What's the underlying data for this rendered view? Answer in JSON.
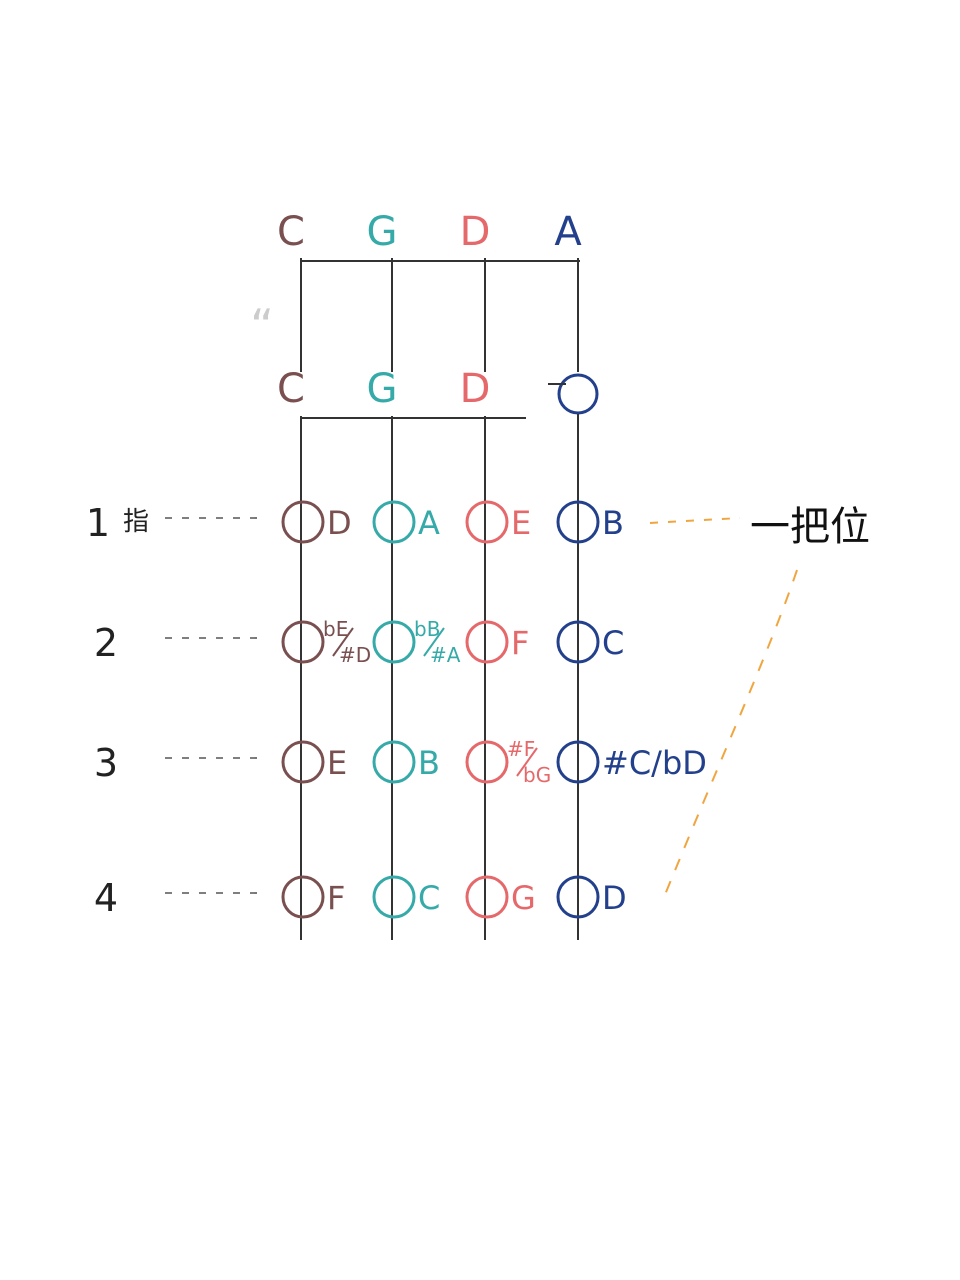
{
  "strings": [
    {
      "name": "C",
      "color": "#7a4f4f"
    },
    {
      "name": "G",
      "color": "#35aaa8"
    },
    {
      "name": "D",
      "color": "#e5686a"
    },
    {
      "name": "A",
      "color": "#23408c"
    }
  ],
  "open_string_names": [
    "C",
    "G",
    "D",
    ""
  ],
  "quote_mark": "“",
  "fingers": [
    {
      "label": "1",
      "suffix": "指",
      "notes": [
        {
          "main": "D"
        },
        {
          "main": "A"
        },
        {
          "main": "E"
        },
        {
          "main": "B"
        }
      ]
    },
    {
      "label": "2",
      "suffix": "",
      "notes": [
        {
          "top": "bE",
          "bottom": "#D"
        },
        {
          "top": "bB",
          "bottom": "#A"
        },
        {
          "main": "F"
        },
        {
          "main": "C"
        }
      ]
    },
    {
      "label": "3",
      "suffix": "",
      "notes": [
        {
          "main": "E"
        },
        {
          "main": "B"
        },
        {
          "top": "#F",
          "bottom": "bG"
        },
        {
          "main": "#C/bD"
        }
      ]
    },
    {
      "label": "4",
      "suffix": "",
      "notes": [
        {
          "main": "F"
        },
        {
          "main": "C"
        },
        {
          "main": "G"
        },
        {
          "main": "D"
        }
      ]
    }
  ],
  "position_label": "一把位",
  "colors": {
    "line": "#333333",
    "text": "#222222",
    "guide_dash": "#555555",
    "bracket": "#f0a640"
  }
}
